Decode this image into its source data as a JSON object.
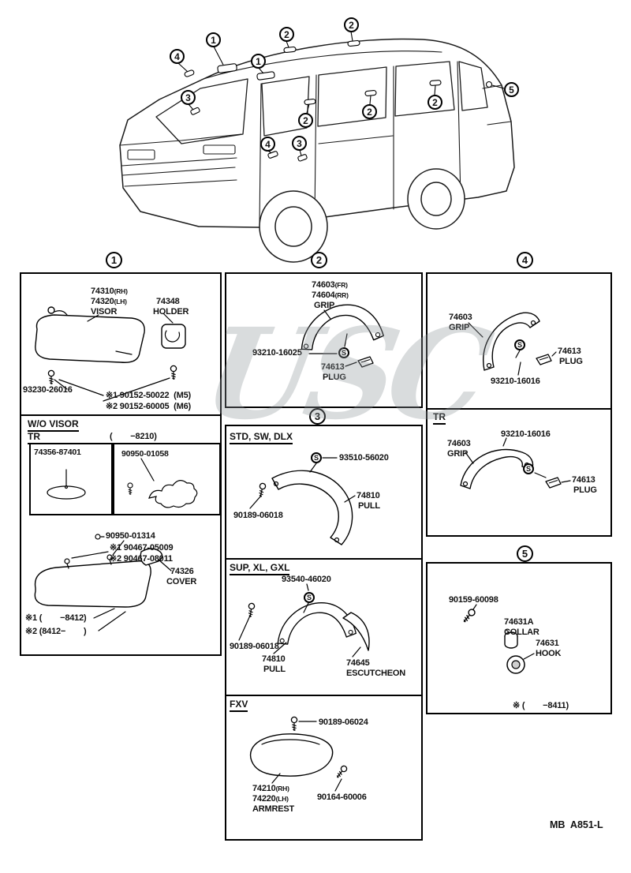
{
  "meta": {
    "footer": "MB  A851-L",
    "watermark": "USC"
  },
  "sym": {
    "s": "S"
  },
  "van": {
    "callouts": [
      "4",
      "1",
      "2",
      "2",
      "1",
      "3",
      "2",
      "2",
      "2",
      "4",
      "3",
      "5"
    ]
  },
  "box1": {
    "callout": "1",
    "visor_rh_no": "74310",
    "visor_rh_sfx": "(RH)",
    "visor_lh_no": "74320",
    "visor_lh_sfx": "(LH)",
    "visor_lbl": "VISOR",
    "holder_no": "74348",
    "holder_lbl": "HOLDER",
    "screw_no": "93230-26016",
    "note1": "※1 90152-50022  (M5)",
    "note2": "※2 90152-60005  (M6)",
    "wo_visor": "W/O VISOR",
    "tr": "TR",
    "tr_range": "(        −8210)",
    "suba_no": "74356-87401",
    "subb_no": "90950-01058",
    "pin_no": "90950-01314",
    "note3": "※1 90467-05009",
    "note4": "※2 90467-08011",
    "cover_no": "74326",
    "cover_lbl": "COVER",
    "range1": "※1 (        −8412)",
    "range2": "※2 (8412−        )"
  },
  "box2": {
    "callout": "2",
    "grip_fr_no": "74603",
    "grip_fr_sfx": "(FR)",
    "grip_rr_no": "74604",
    "grip_rr_sfx": "(RR)",
    "grip_lbl": "GRIP",
    "screw_no": "93210-16025",
    "plug_no": "74613",
    "plug_lbl": "PLUG"
  },
  "box3": {
    "callout": "3",
    "h1": "STD, SW, DLX",
    "g1_screw": "93510-56020",
    "g1_pull_no": "74810",
    "g1_pull_lbl": "PULL",
    "g1_bolt": "90189-06018",
    "h2": "SUP, XL, GXL",
    "g2_screw": "93540-46020",
    "g2_bolt": "90189-06018",
    "g2_pull_no": "74810",
    "g2_pull_lbl": "PULL",
    "g2_esc_no": "74645",
    "g2_esc_lbl": "ESCUTCHEON",
    "h3": "FXV",
    "g3_screw": "90189-06024",
    "g3_rh_no": "74210",
    "g3_rh_sfx": "(RH)",
    "g3_lh_no": "74220",
    "g3_lh_sfx": "(LH)",
    "g3_lbl": "ARMREST",
    "g3_bolt": "90164-60006"
  },
  "box4": {
    "callout": "4",
    "t_grip_no": "74603",
    "t_grip_lbl": "GRIP",
    "t_plug_no": "74613",
    "t_plug_lbl": "PLUG",
    "t_screw": "93210-16016",
    "tr": "TR",
    "b_screw": "93210-16016",
    "b_grip_no": "74603",
    "b_grip_lbl": "GRIP",
    "b_plug_no": "74613",
    "b_plug_lbl": "PLUG"
  },
  "box5": {
    "callout": "5",
    "screw_no": "90159-60098",
    "collar_no": "74631A",
    "collar_lbl": "COLLAR",
    "hook_no": "74631",
    "hook_lbl": "HOOK",
    "range": "※ (        −8411)"
  }
}
